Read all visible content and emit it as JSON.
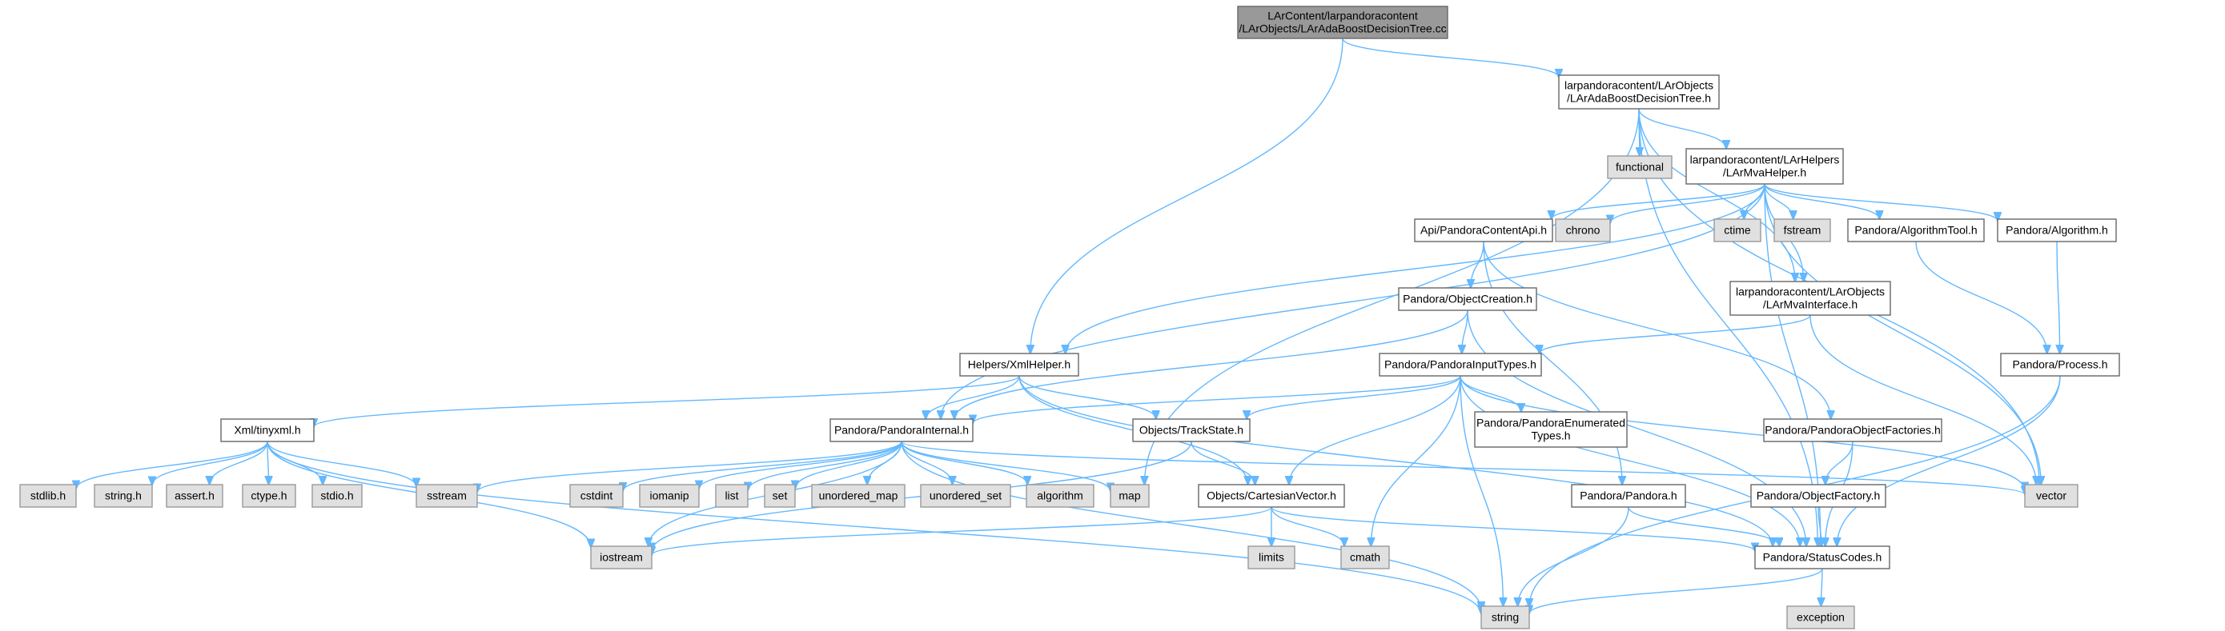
{
  "diagram": {
    "type": "include-dependency-graph",
    "colors": {
      "edge": "#63b8ff",
      "root_fill": "#999999",
      "file_fill": "#ffffff",
      "system_fill": "#e0e0e0",
      "border": "#666666"
    },
    "nodes": [
      {
        "id": "root",
        "kind": "root",
        "lines": [
          "LArContent/larpandoracontent",
          "/LArObjects/LArAdaBoostDecisionTree.cc"
        ]
      },
      {
        "id": "adaboost_h",
        "kind": "file",
        "lines": [
          "larpandoracontent/LArObjects",
          "/LArAdaBoostDecisionTree.h"
        ]
      },
      {
        "id": "functional",
        "kind": "system",
        "lines": [
          "functional"
        ]
      },
      {
        "id": "mvahelper_h",
        "kind": "file",
        "lines": [
          "larpandoracontent/LArHelpers",
          "/LArMvaHelper.h"
        ]
      },
      {
        "id": "chrono",
        "kind": "system",
        "lines": [
          "chrono"
        ]
      },
      {
        "id": "ctime",
        "kind": "system",
        "lines": [
          "ctime"
        ]
      },
      {
        "id": "fstream",
        "kind": "system",
        "lines": [
          "fstream"
        ]
      },
      {
        "id": "algtool_h",
        "kind": "file",
        "lines": [
          "Pandora/AlgorithmTool.h"
        ]
      },
      {
        "id": "algorithm_h",
        "kind": "file",
        "lines": [
          "Pandora/Algorithm.h"
        ]
      },
      {
        "id": "contentapi_h",
        "kind": "file",
        "lines": [
          "Api/PandoraContentApi.h"
        ]
      },
      {
        "id": "mvainterface_h",
        "kind": "file",
        "lines": [
          "larpandoracontent/LArObjects",
          "/LArMvaInterface.h"
        ]
      },
      {
        "id": "objcreation_h",
        "kind": "file",
        "lines": [
          "Pandora/ObjectCreation.h"
        ]
      },
      {
        "id": "process_h",
        "kind": "file",
        "lines": [
          "Pandora/Process.h"
        ]
      },
      {
        "id": "xmlhelper_h",
        "kind": "file",
        "lines": [
          "Helpers/XmlHelper.h"
        ]
      },
      {
        "id": "inputtypes_h",
        "kind": "file",
        "lines": [
          "Pandora/PandoraInputTypes.h"
        ]
      },
      {
        "id": "tinyxml_h",
        "kind": "file",
        "lines": [
          "Xml/tinyxml.h"
        ]
      },
      {
        "id": "internal_h",
        "kind": "file",
        "lines": [
          "Pandora/PandoraInternal.h"
        ]
      },
      {
        "id": "trackstate_h",
        "kind": "file",
        "lines": [
          "Objects/TrackState.h"
        ]
      },
      {
        "id": "enumtypes_h",
        "kind": "file",
        "lines": [
          "Pandora/PandoraEnumerated",
          "Types.h"
        ]
      },
      {
        "id": "objfactories_h",
        "kind": "file",
        "lines": [
          "Pandora/PandoraObjectFactories.h"
        ]
      },
      {
        "id": "stdlib_h",
        "kind": "system",
        "lines": [
          "stdlib.h"
        ]
      },
      {
        "id": "string_h",
        "kind": "system",
        "lines": [
          "string.h"
        ]
      },
      {
        "id": "assert_h",
        "kind": "system",
        "lines": [
          "assert.h"
        ]
      },
      {
        "id": "ctype_h",
        "kind": "system",
        "lines": [
          "ctype.h"
        ]
      },
      {
        "id": "stdio_h",
        "kind": "system",
        "lines": [
          "stdio.h"
        ]
      },
      {
        "id": "sstream",
        "kind": "system",
        "lines": [
          "sstream"
        ]
      },
      {
        "id": "cstdint",
        "kind": "system",
        "lines": [
          "cstdint"
        ]
      },
      {
        "id": "iomanip",
        "kind": "system",
        "lines": [
          "iomanip"
        ]
      },
      {
        "id": "list",
        "kind": "system",
        "lines": [
          "list"
        ]
      },
      {
        "id": "set",
        "kind": "system",
        "lines": [
          "set"
        ]
      },
      {
        "id": "unordered_map",
        "kind": "system",
        "lines": [
          "unordered_map"
        ]
      },
      {
        "id": "unordered_set",
        "kind": "system",
        "lines": [
          "unordered_set"
        ]
      },
      {
        "id": "algorithm",
        "kind": "system",
        "lines": [
          "algorithm"
        ]
      },
      {
        "id": "map",
        "kind": "system",
        "lines": [
          "map"
        ]
      },
      {
        "id": "cartesian_h",
        "kind": "file",
        "lines": [
          "Objects/CartesianVector.h"
        ]
      },
      {
        "id": "pandora_h",
        "kind": "file",
        "lines": [
          "Pandora/Pandora.h"
        ]
      },
      {
        "id": "vector",
        "kind": "system",
        "lines": [
          "vector"
        ]
      },
      {
        "id": "objfactory_h",
        "kind": "file",
        "lines": [
          "Pandora/ObjectFactory.h"
        ]
      },
      {
        "id": "limits",
        "kind": "system",
        "lines": [
          "limits"
        ]
      },
      {
        "id": "cmath",
        "kind": "system",
        "lines": [
          "cmath"
        ]
      },
      {
        "id": "iostream",
        "kind": "system",
        "lines": [
          "iostream"
        ]
      },
      {
        "id": "statuscodes_h",
        "kind": "file",
        "lines": [
          "Pandora/StatusCodes.h"
        ]
      },
      {
        "id": "string",
        "kind": "system",
        "lines": [
          "string"
        ]
      },
      {
        "id": "exception",
        "kind": "system",
        "lines": [
          "exception"
        ]
      }
    ],
    "edges": [
      [
        "root",
        "adaboost_h"
      ],
      [
        "root",
        "xmlhelper_h"
      ],
      [
        "adaboost_h",
        "functional"
      ],
      [
        "adaboost_h",
        "mvahelper_h"
      ],
      [
        "adaboost_h",
        "mvainterface_h"
      ],
      [
        "adaboost_h",
        "map"
      ],
      [
        "adaboost_h",
        "vector"
      ],
      [
        "adaboost_h",
        "statuscodes_h"
      ],
      [
        "mvahelper_h",
        "chrono"
      ],
      [
        "mvahelper_h",
        "ctime"
      ],
      [
        "mvahelper_h",
        "fstream"
      ],
      [
        "mvahelper_h",
        "algtool_h"
      ],
      [
        "mvahelper_h",
        "algorithm_h"
      ],
      [
        "mvahelper_h",
        "contentapi_h"
      ],
      [
        "mvahelper_h",
        "mvainterface_h"
      ],
      [
        "mvahelper_h",
        "xmlhelper_h"
      ],
      [
        "mvahelper_h",
        "internal_h"
      ],
      [
        "mvahelper_h",
        "statuscodes_h"
      ],
      [
        "mvahelper_h",
        "vector"
      ],
      [
        "algtool_h",
        "process_h"
      ],
      [
        "algorithm_h",
        "process_h"
      ],
      [
        "contentapi_h",
        "objcreation_h"
      ],
      [
        "contentapi_h",
        "pandora_h"
      ],
      [
        "contentapi_h",
        "objfactories_h"
      ],
      [
        "mvainterface_h",
        "inputtypes_h"
      ],
      [
        "mvainterface_h",
        "vector"
      ],
      [
        "objcreation_h",
        "inputtypes_h"
      ],
      [
        "objcreation_h",
        "internal_h"
      ],
      [
        "objcreation_h",
        "statuscodes_h"
      ],
      [
        "process_h",
        "statuscodes_h"
      ],
      [
        "process_h",
        "string"
      ],
      [
        "xmlhelper_h",
        "tinyxml_h"
      ],
      [
        "xmlhelper_h",
        "internal_h"
      ],
      [
        "xmlhelper_h",
        "trackstate_h"
      ],
      [
        "xmlhelper_h",
        "cartesian_h"
      ],
      [
        "xmlhelper_h",
        "statuscodes_h"
      ],
      [
        "inputtypes_h",
        "internal_h"
      ],
      [
        "inputtypes_h",
        "trackstate_h"
      ],
      [
        "inputtypes_h",
        "enumtypes_h"
      ],
      [
        "inputtypes_h",
        "cartesian_h"
      ],
      [
        "inputtypes_h",
        "cmath"
      ],
      [
        "inputtypes_h",
        "string"
      ],
      [
        "inputtypes_h",
        "statuscodes_h"
      ],
      [
        "inputtypes_h",
        "vector"
      ],
      [
        "tinyxml_h",
        "stdlib_h"
      ],
      [
        "tinyxml_h",
        "string_h"
      ],
      [
        "tinyxml_h",
        "assert_h"
      ],
      [
        "tinyxml_h",
        "ctype_h"
      ],
      [
        "tinyxml_h",
        "stdio_h"
      ],
      [
        "tinyxml_h",
        "sstream"
      ],
      [
        "tinyxml_h",
        "iostream"
      ],
      [
        "tinyxml_h",
        "string"
      ],
      [
        "internal_h",
        "sstream"
      ],
      [
        "internal_h",
        "cstdint"
      ],
      [
        "internal_h",
        "iomanip"
      ],
      [
        "internal_h",
        "list"
      ],
      [
        "internal_h",
        "set"
      ],
      [
        "internal_h",
        "unordered_map"
      ],
      [
        "internal_h",
        "unordered_set"
      ],
      [
        "internal_h",
        "algorithm"
      ],
      [
        "internal_h",
        "map"
      ],
      [
        "internal_h",
        "vector"
      ],
      [
        "internal_h",
        "iostream"
      ],
      [
        "internal_h",
        "string"
      ],
      [
        "trackstate_h",
        "cartesian_h"
      ],
      [
        "trackstate_h",
        "iostream"
      ],
      [
        "objfactories_h",
        "objfactory_h"
      ],
      [
        "objfactories_h",
        "statuscodes_h"
      ],
      [
        "cartesian_h",
        "limits"
      ],
      [
        "cartesian_h",
        "cmath"
      ],
      [
        "cartesian_h",
        "iostream"
      ],
      [
        "cartesian_h",
        "statuscodes_h"
      ],
      [
        "pandora_h",
        "statuscodes_h"
      ],
      [
        "pandora_h",
        "string"
      ],
      [
        "objfactory_h",
        "statuscodes_h"
      ],
      [
        "statuscodes_h",
        "exception"
      ],
      [
        "statuscodes_h",
        "string"
      ]
    ]
  }
}
